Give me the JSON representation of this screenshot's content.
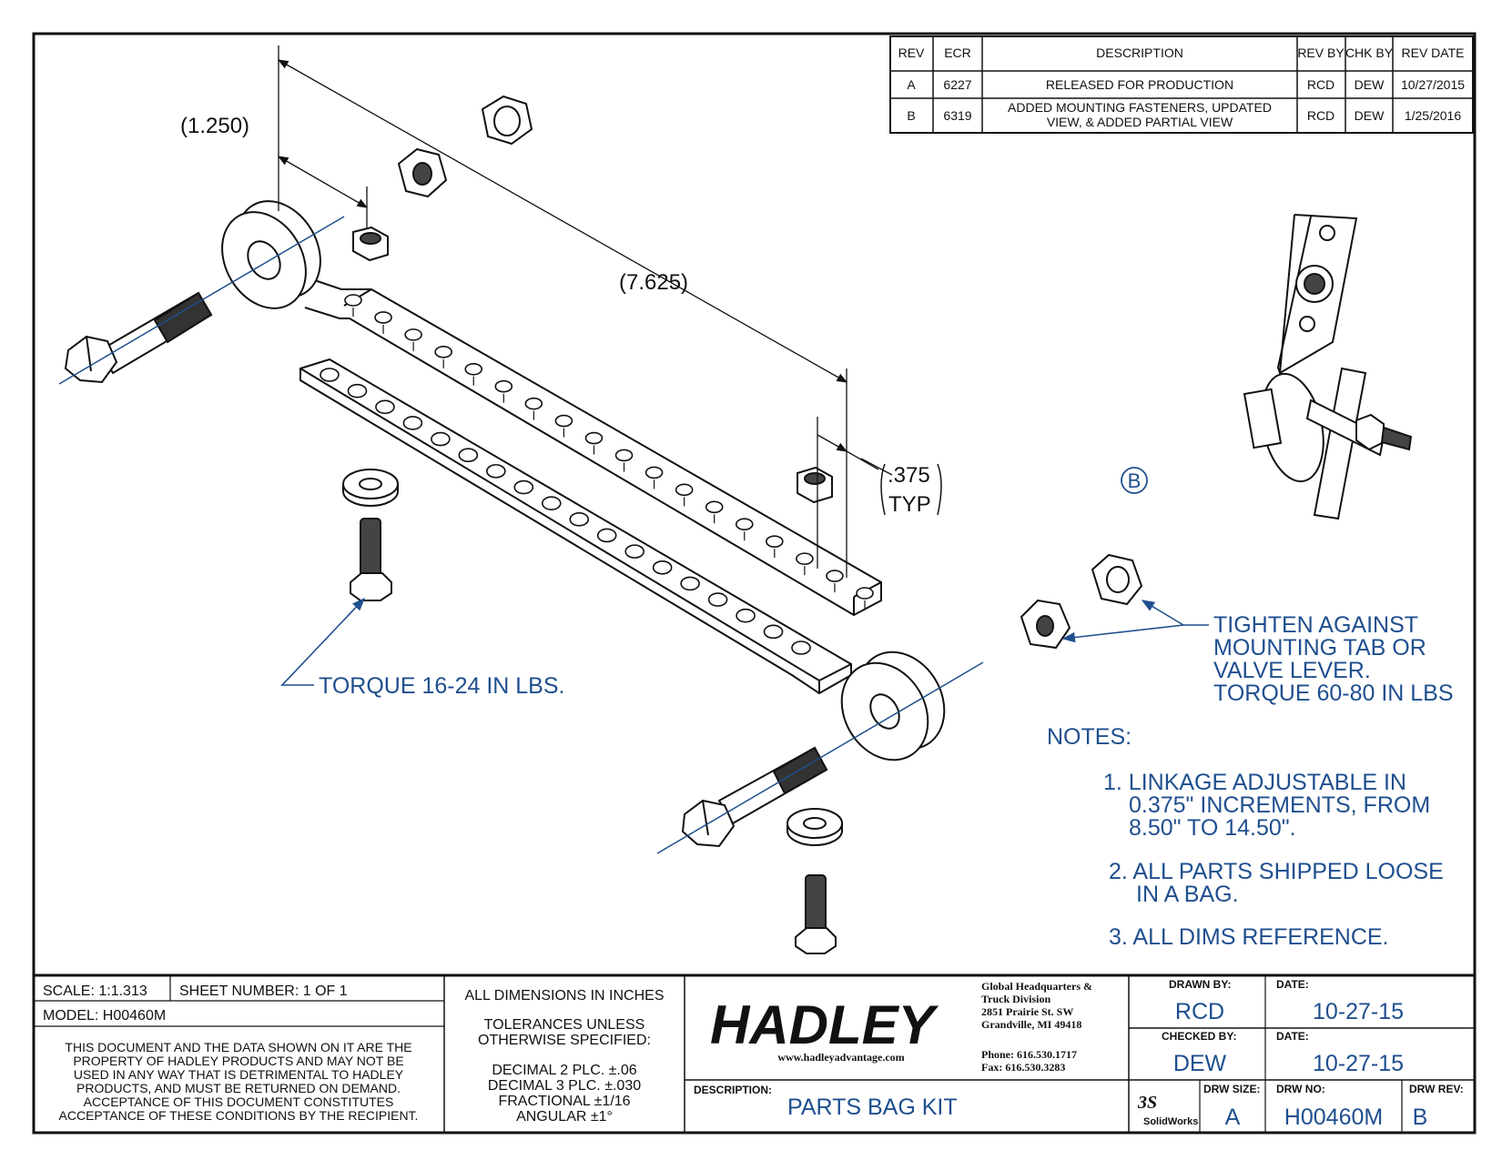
{
  "revision_table": {
    "headers": [
      "REV",
      "ECR",
      "DESCRIPTION",
      "REV BY",
      "CHK BY",
      "REV DATE"
    ],
    "rows": [
      {
        "rev": "A",
        "ecr": "6227",
        "description": "RELEASED FOR PRODUCTION",
        "rev_by": "RCD",
        "chk_by": "DEW",
        "date": "10/27/2015"
      },
      {
        "rev": "B",
        "ecr": "6319",
        "description_line1": "ADDED MOUNTING FASTENERS, UPDATED",
        "description_line2": "VIEW, & ADDED PARTIAL VIEW",
        "rev_by": "RCD",
        "chk_by": "DEW",
        "date": "1/25/2016"
      }
    ]
  },
  "dimensions": {
    "bolt_spacing": "(1.250)",
    "length": "(7.625)",
    "hole_pitch": ".375",
    "hole_pitch_note": "TYP"
  },
  "callouts": {
    "detail_view": "B",
    "torque_small": "TORQUE 16-24 IN LBS.",
    "tighten_lines": [
      "TIGHTEN AGAINST",
      "MOUNTING TAB OR",
      "VALVE LEVER.",
      "TORQUE 60-80 IN LBS"
    ]
  },
  "notes": {
    "heading": "NOTES:",
    "note1": [
      "1. LINKAGE ADJUSTABLE IN",
      "0.375\" INCREMENTS, FROM",
      "8.50\" TO 14.50\"."
    ],
    "note2": [
      "2. ALL PARTS SHIPPED LOOSE",
      "IN A BAG."
    ],
    "note3": "3. ALL DIMS REFERENCE."
  },
  "title_block": {
    "scale": "SCALE:  1:1.313",
    "sheet": "SHEET NUMBER:  1 OF 1",
    "model": "MODEL:  H00460M",
    "disclaimer": [
      "THIS DOCUMENT AND THE DATA SHOWN ON IT ARE THE",
      "PROPERTY OF HADLEY PRODUCTS AND MAY NOT BE",
      "USED IN ANY WAY THAT IS DETRIMENTAL TO HADLEY",
      "PRODUCTS, AND MUST BE RETURNED ON DEMAND.",
      "ACCEPTANCE OF THIS DOCUMENT CONSTITUTES",
      "ACCEPTANCE OF THESE CONDITIONS BY THE RECIPIENT."
    ],
    "units": "ALL DIMENSIONS IN INCHES",
    "tolerance_heading": [
      "TOLERANCES UNLESS",
      "OTHERWISE SPECIFIED:"
    ],
    "tolerances": [
      "DECIMAL 2 PLC.  ±.06",
      "DECIMAL 3 PLC.  ±.030",
      "FRACTIONAL  ±1/16",
      "ANGULAR ±1°"
    ],
    "logo_text": "HADLEY",
    "website": "www.hadleyadvantage.com",
    "address": [
      "Global Headquarters &",
      "Truck Division",
      "2851 Prairie St. SW",
      "Grandville, MI 49418"
    ],
    "phone": "Phone: 616.530.1717",
    "fax": "Fax: 616.530.3283",
    "drawn_by_label": "DRAWN BY:",
    "drawn_by": "RCD",
    "drawn_date_label": "DATE:",
    "drawn_date": "10-27-15",
    "checked_by_label": "CHECKED BY:",
    "checked_by": "DEW",
    "checked_date_label": "DATE:",
    "checked_date": "10-27-15",
    "description_label": "DESCRIPTION:",
    "description": "PARTS BAG KIT",
    "solidworks_text": "SolidWorks",
    "drw_size_label": "DRW SIZE:",
    "drw_size": "A",
    "drw_no_label": "DRW NO:",
    "drw_no": "H00460M",
    "drw_rev_label": "DRW REV:",
    "drw_rev": "B"
  }
}
